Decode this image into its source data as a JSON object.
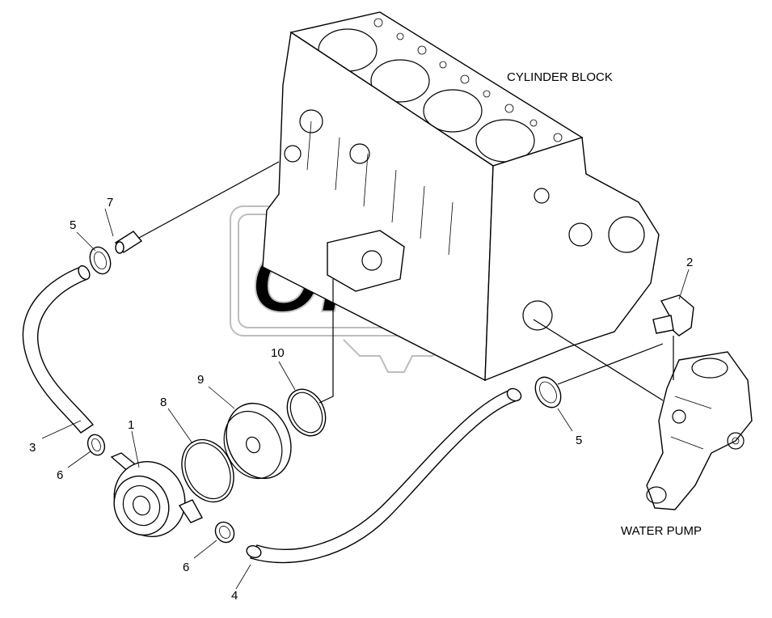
{
  "labels": {
    "cylinder_block": "CYLINDER BLOCK",
    "water_pump": "WATER PUMP"
  },
  "callouts": [
    {
      "id": "1",
      "text": "1"
    },
    {
      "id": "2",
      "text": "2"
    },
    {
      "id": "3",
      "text": "3"
    },
    {
      "id": "4",
      "text": "4"
    },
    {
      "id": "5a",
      "text": "5"
    },
    {
      "id": "5b",
      "text": "5"
    },
    {
      "id": "6a",
      "text": "6"
    },
    {
      "id": "6b",
      "text": "6"
    },
    {
      "id": "7",
      "text": "7"
    },
    {
      "id": "8",
      "text": "8"
    },
    {
      "id": "9",
      "text": "9"
    },
    {
      "id": "10",
      "text": "10"
    }
  ],
  "watermark": "ORFEX"
}
